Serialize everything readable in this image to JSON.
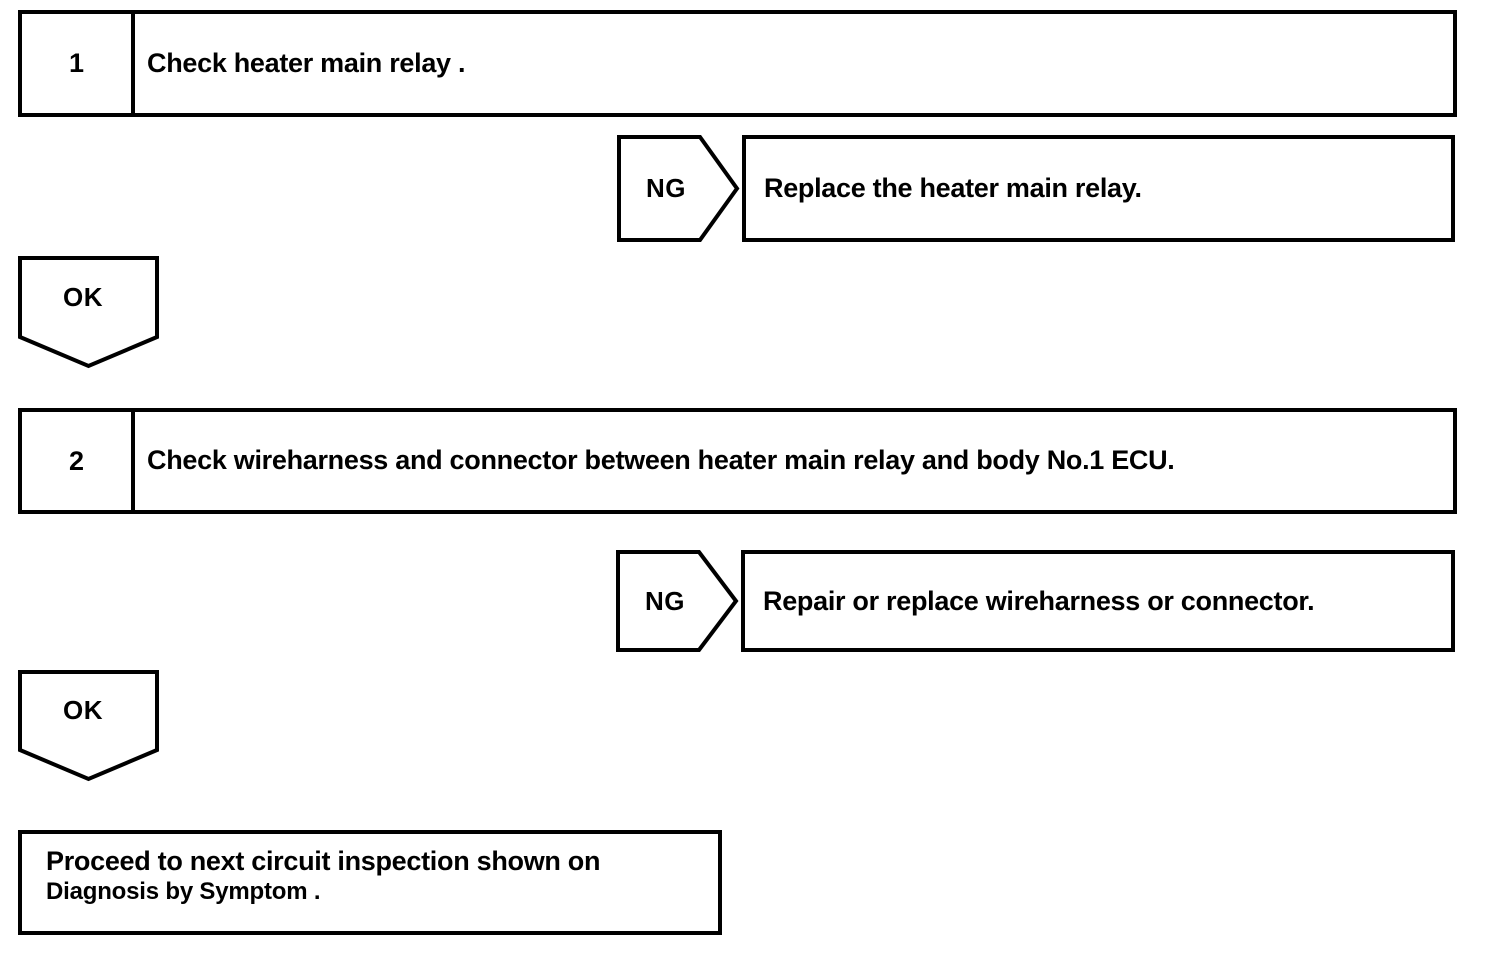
{
  "document": {
    "type": "troubleshooting-flowchart",
    "ink_color": "#000000",
    "background_color": "#ffffff"
  },
  "steps": [
    {
      "number": "1",
      "text": "Check heater main relay ."
    },
    {
      "number": "2",
      "text": "Check wireharness and connector between heater main relay and body No.1 ECU."
    }
  ],
  "branches": [
    {
      "label": "NG",
      "result": "Replace the heater main relay."
    },
    {
      "label": "NG",
      "result": "Repair or replace wireharness or connector."
    }
  ],
  "connectors": [
    {
      "label": "OK"
    },
    {
      "label": "OK"
    }
  ],
  "final": {
    "line1": "Proceed to next circuit inspection shown on",
    "line2": "Diagnosis by Symptom ."
  }
}
